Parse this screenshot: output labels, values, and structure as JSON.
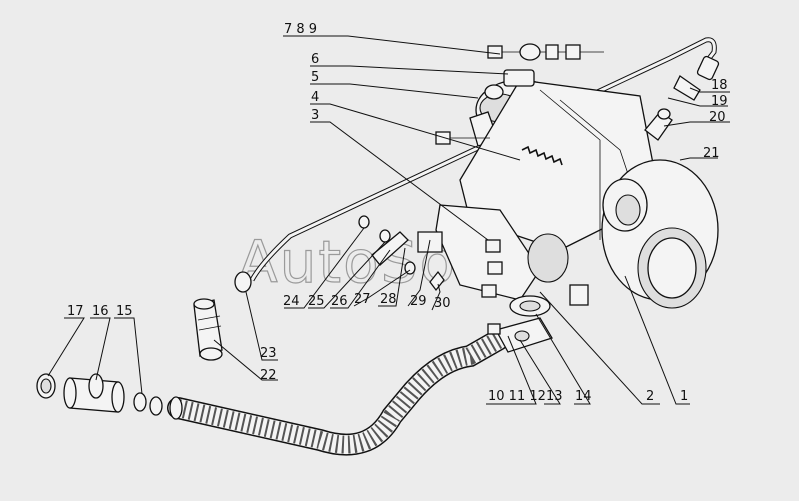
{
  "watermark": "AutoSoft",
  "colors": {
    "background": "#ececec",
    "ink": "#111111",
    "watermark": "#9a9a9a"
  },
  "callouts": [
    {
      "id": "c789",
      "label": "7 8 9"
    },
    {
      "id": "c6",
      "label": "6"
    },
    {
      "id": "c5",
      "label": "5"
    },
    {
      "id": "c4",
      "label": "4"
    },
    {
      "id": "c3",
      "label": "3"
    },
    {
      "id": "c18",
      "label": "18"
    },
    {
      "id": "c19",
      "label": "19"
    },
    {
      "id": "c20",
      "label": "20"
    },
    {
      "id": "c21",
      "label": "21"
    },
    {
      "id": "c17",
      "label": "17"
    },
    {
      "id": "c16",
      "label": "16"
    },
    {
      "id": "c15",
      "label": "15"
    },
    {
      "id": "c24",
      "label": "24"
    },
    {
      "id": "c25",
      "label": "25"
    },
    {
      "id": "c26",
      "label": "26"
    },
    {
      "id": "c27",
      "label": "27"
    },
    {
      "id": "c28",
      "label": "28"
    },
    {
      "id": "c29",
      "label": "29"
    },
    {
      "id": "c30",
      "label": "30"
    },
    {
      "id": "c23",
      "label": "23"
    },
    {
      "id": "c22",
      "label": "22"
    },
    {
      "id": "c10",
      "label": "10 11 12"
    },
    {
      "id": "c13",
      "label": "13"
    },
    {
      "id": "c14",
      "label": "14"
    },
    {
      "id": "c2",
      "label": "2"
    },
    {
      "id": "c1",
      "label": "1"
    }
  ]
}
